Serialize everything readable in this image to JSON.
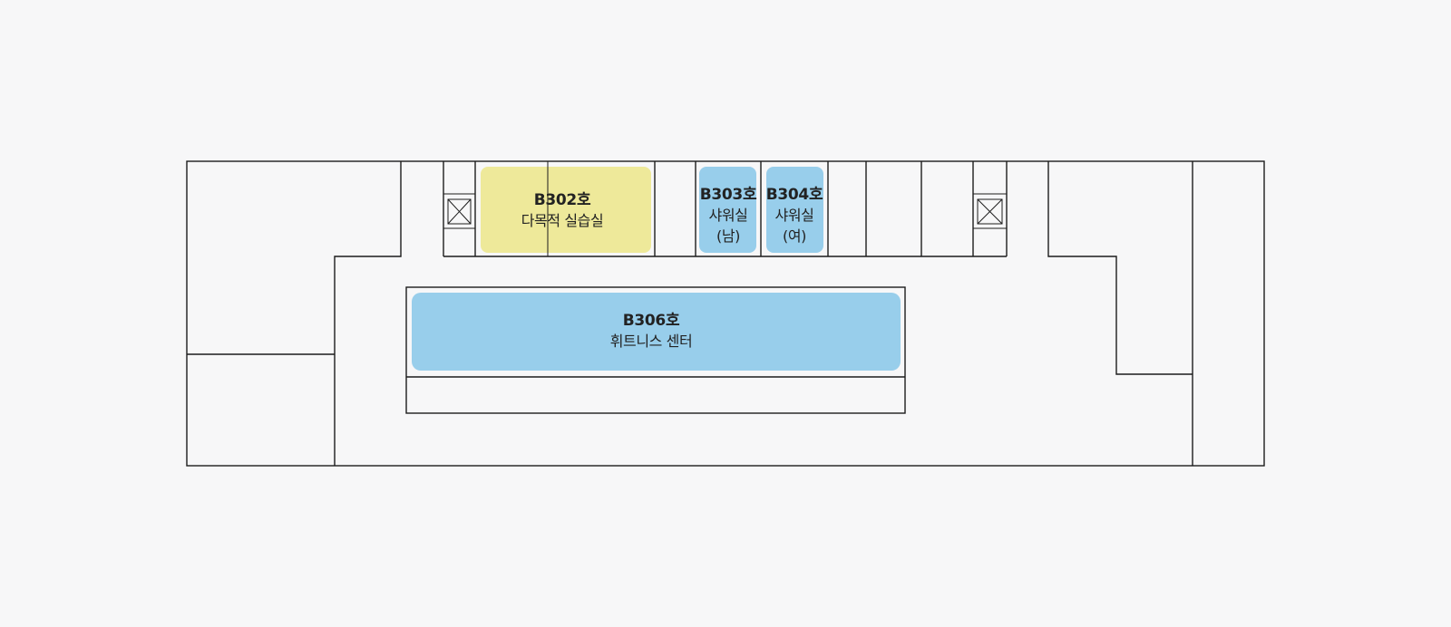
{
  "colors": {
    "background": "#f7f7f8",
    "wall": "#1c1c1c",
    "yellow_room": "#eee99a",
    "blue_room": "#98ceeb",
    "label": "#222222"
  },
  "rooms": {
    "b302": {
      "number": "B302호",
      "name": "다목적 실습실",
      "color": "#eee99a"
    },
    "b303": {
      "number": "B303호",
      "name_line1": "샤워실",
      "name_line2": "(남)",
      "color": "#98ceeb"
    },
    "b304": {
      "number": "B304호",
      "name_line1": "샤워실",
      "name_line2": "(여)",
      "color": "#98ceeb"
    },
    "b306": {
      "number": "B306호",
      "name": "휘트니스 센터",
      "color": "#98ceeb"
    }
  },
  "icons": {
    "elevator_left": "elevator-icon",
    "elevator_right": "elevator-icon"
  }
}
